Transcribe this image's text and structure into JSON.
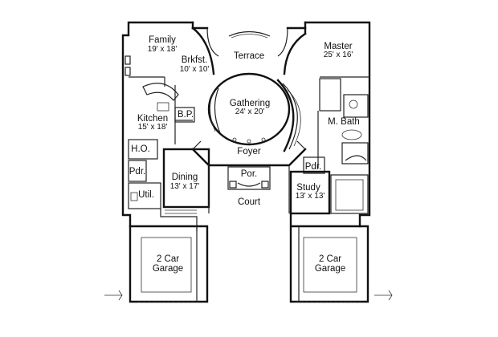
{
  "plan": {
    "rooms": [
      {
        "id": "family",
        "name": "Family",
        "dims": "19' x 18'"
      },
      {
        "id": "terrace",
        "name": "Terrace",
        "dims": ""
      },
      {
        "id": "master",
        "name": "Master",
        "dims": "25' x 16'"
      },
      {
        "id": "brkfst",
        "name": "Brkfst.",
        "dims": "10' x 10'"
      },
      {
        "id": "gathering",
        "name": "Gathering",
        "dims": "24' x 20'"
      },
      {
        "id": "kitchen",
        "name": "Kitchen",
        "dims": "15' x 18'"
      },
      {
        "id": "bp",
        "name": "B.P.",
        "dims": ""
      },
      {
        "id": "mbath",
        "name": "M. Bath",
        "dims": ""
      },
      {
        "id": "ho",
        "name": "H.O.",
        "dims": ""
      },
      {
        "id": "foyer",
        "name": "Foyer",
        "dims": ""
      },
      {
        "id": "por",
        "name": "Por.",
        "dims": ""
      },
      {
        "id": "pdr-left",
        "name": "Pdr.",
        "dims": ""
      },
      {
        "id": "pdr-right",
        "name": "Pdr.",
        "dims": ""
      },
      {
        "id": "dining",
        "name": "Dining",
        "dims": "13' x 17'"
      },
      {
        "id": "study",
        "name": "Study",
        "dims": "13' x 13'"
      },
      {
        "id": "util",
        "name": "Util.",
        "dims": ""
      },
      {
        "id": "court",
        "name": "Court",
        "dims": ""
      },
      {
        "id": "garage-left",
        "name": "2 Car",
        "dims": "Garage"
      },
      {
        "id": "garage-right",
        "name": "2 Car",
        "dims": "Garage"
      }
    ]
  }
}
